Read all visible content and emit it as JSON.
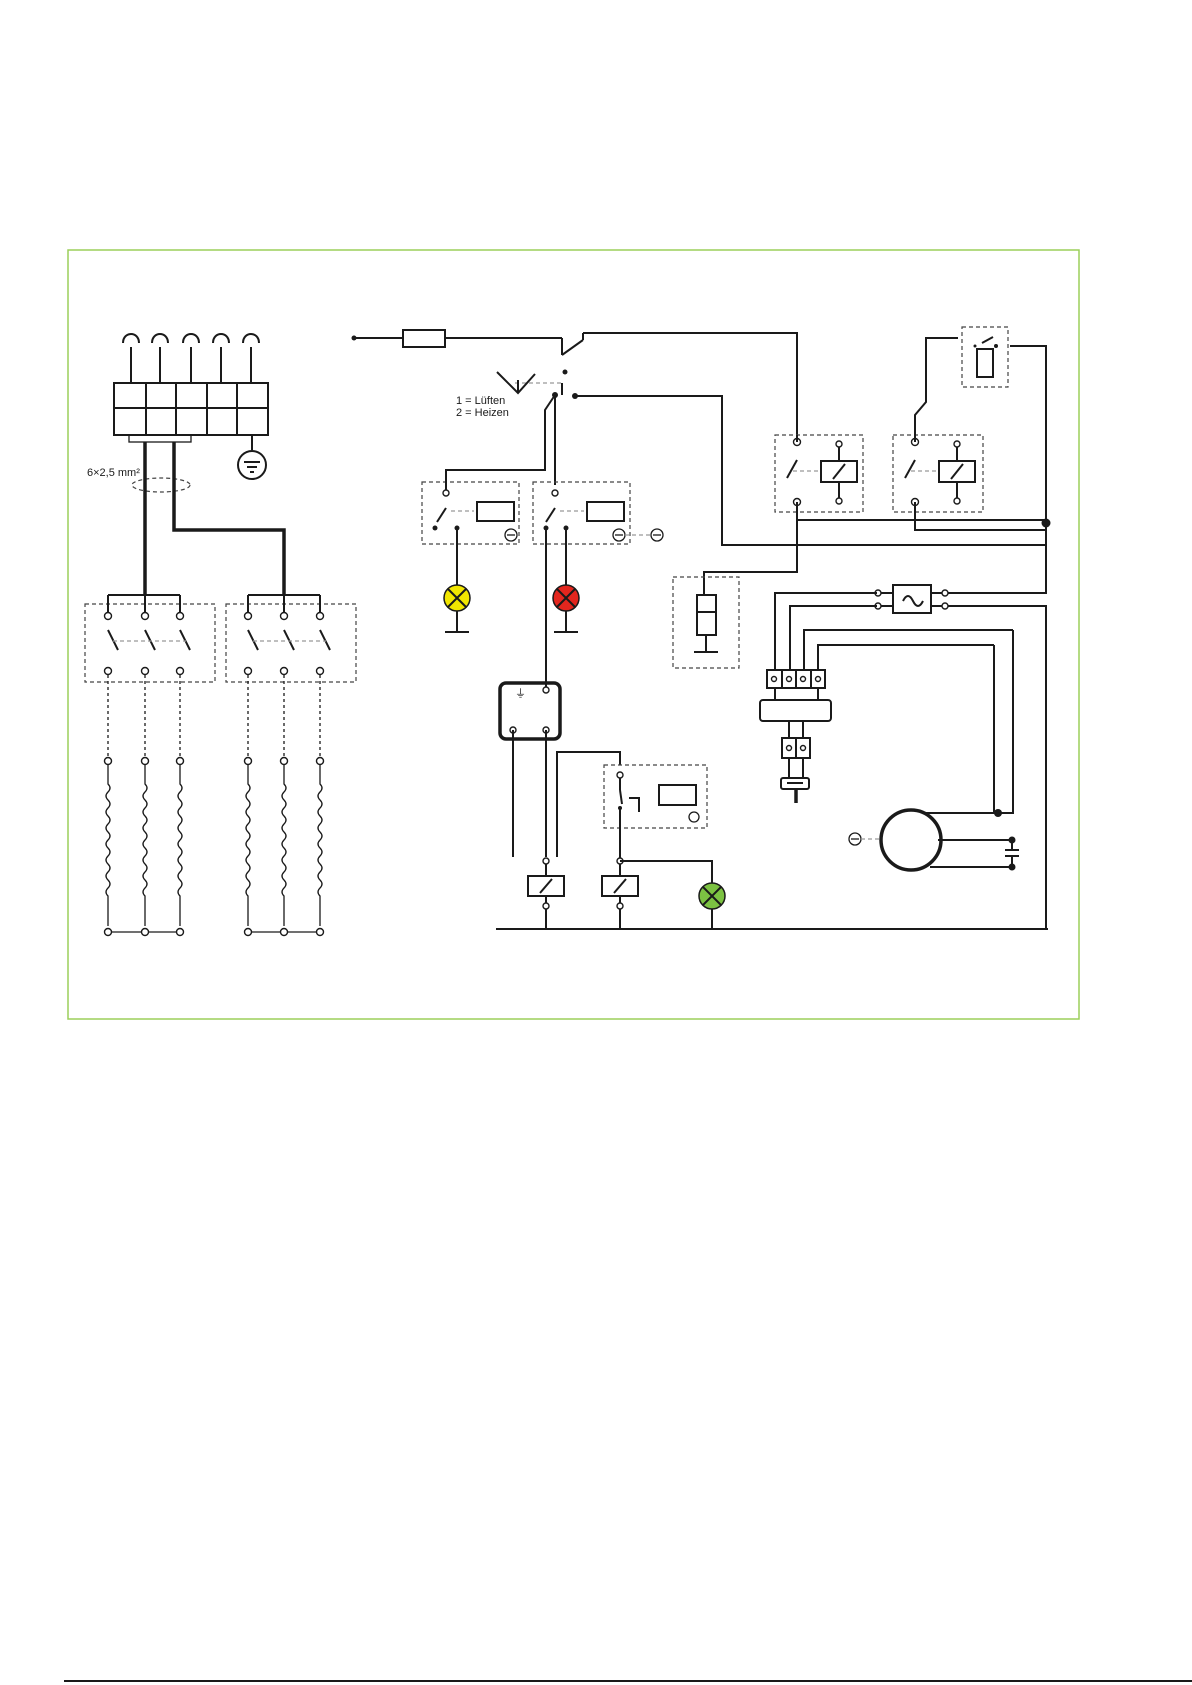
{
  "diagram": {
    "cable_label": "6×2,5 mm²",
    "selector_switch": {
      "position_1_label": "1 = Lüften",
      "position_2_label": "2 = Heizen"
    },
    "lamp_colors": {
      "yellow": "#f2e600",
      "red": "#e3261e",
      "green": "#7cc242"
    },
    "frame_color": "#9ccf5a",
    "icons": [
      "terminal-block",
      "ground-symbol",
      "fuse",
      "selector-switch",
      "thermostat",
      "contactor",
      "heating-element",
      "signal-lamp",
      "relay-coil",
      "motor",
      "capacitor",
      "filter",
      "plug-connector",
      "resistor",
      "hour-counter"
    ]
  }
}
